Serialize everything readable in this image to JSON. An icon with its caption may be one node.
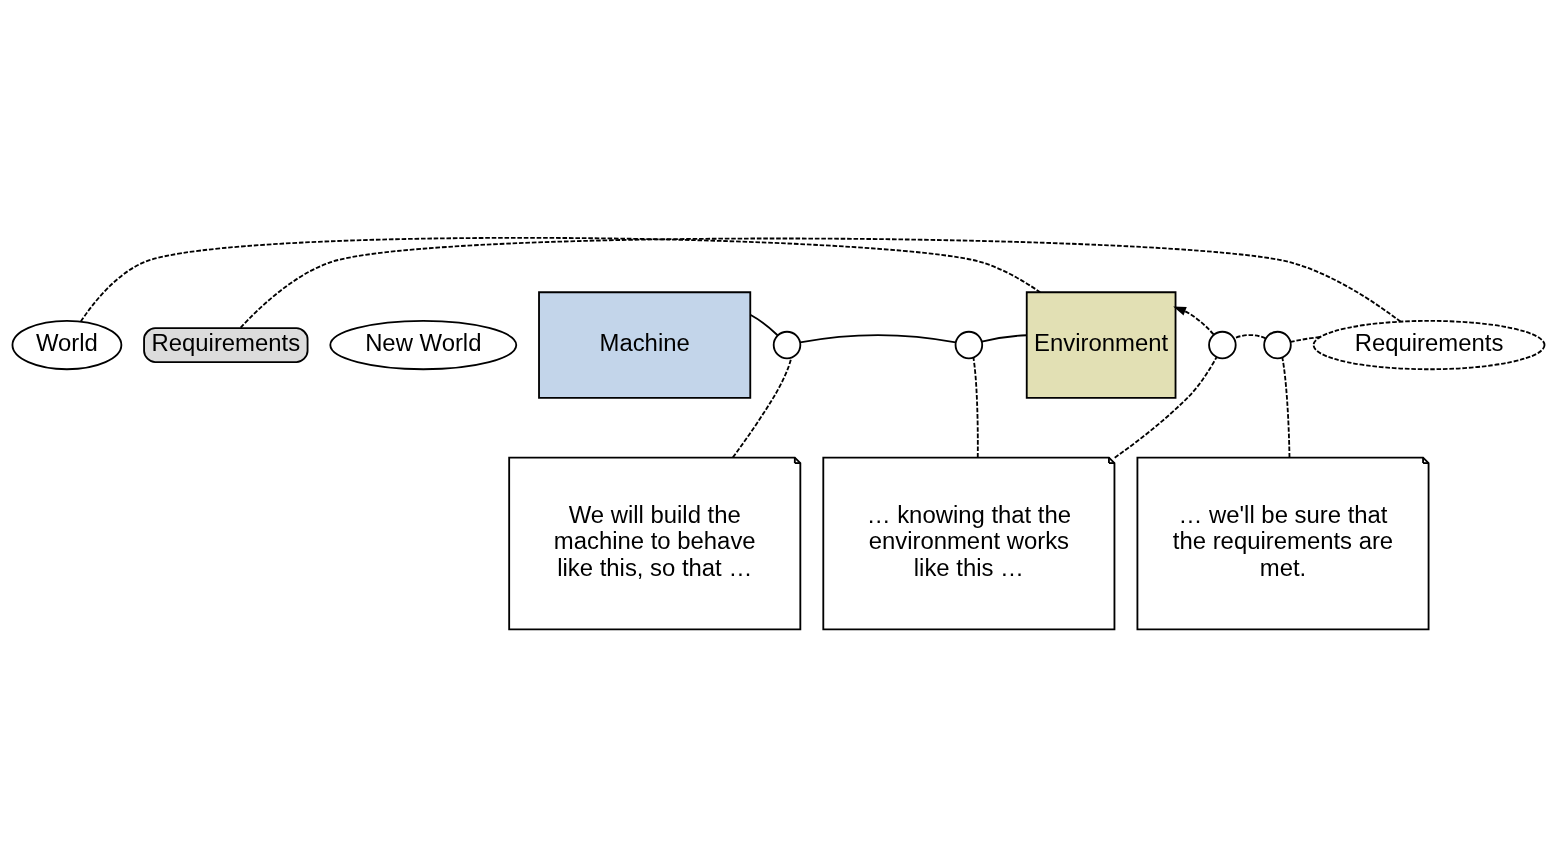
{
  "diagram": {
    "nodes": [
      {
        "text": [
          "World"
        ]
      },
      {
        "text": [
          "Requirements"
        ]
      },
      {
        "text": [
          "New World"
        ]
      },
      {
        "text": [
          "Machine"
        ]
      },
      {
        "text": [],
        "shape": "circle"
      },
      {
        "text": [],
        "shape": "circle"
      },
      {
        "text": [
          "Environment"
        ]
      },
      {
        "text": [],
        "shape": "circle"
      },
      {
        "text": [],
        "shape": "circle"
      },
      {
        "text": [
          "Requirements"
        ]
      },
      {
        "text": [
          "We will build the machine to behave like this, so that …"
        ]
      },
      {
        "text": [
          "… knowing that the environment works like this …"
        ]
      },
      {
        "text": [
          "… we'll be sure that the requirements are met."
        ]
      }
    ],
    "edges": [
      {
        "from": 3,
        "to": 4,
        "arrow": "none"
      },
      {
        "from": 4,
        "to": 5,
        "arrow": "none"
      },
      {
        "from": 5,
        "to": 6,
        "arrow": "none"
      },
      {
        "from": 7,
        "to": 6,
        "arrow": "to",
        "style": "dashed"
      },
      {
        "from": 8,
        "to": 7,
        "arrow": "none",
        "style": "dashed"
      },
      {
        "from": 9,
        "to": 8,
        "arrow": "none",
        "style": "dashed"
      },
      {
        "from": 0,
        "to": 6,
        "arrow": "none",
        "style": "dashed"
      },
      {
        "from": 1,
        "to": 9,
        "arrow": "none",
        "style": "dashed"
      },
      {
        "from": 10,
        "to": 4,
        "arrow": "none",
        "style": "dashed"
      },
      {
        "from": 11,
        "to": 5,
        "arrow": "none",
        "style": "dashed"
      },
      {
        "from": 11,
        "to": 7,
        "arrow": "none",
        "style": "dashed"
      },
      {
        "from": 12,
        "to": 8,
        "arrow": "none",
        "style": "dashed"
      }
    ]
  }
}
